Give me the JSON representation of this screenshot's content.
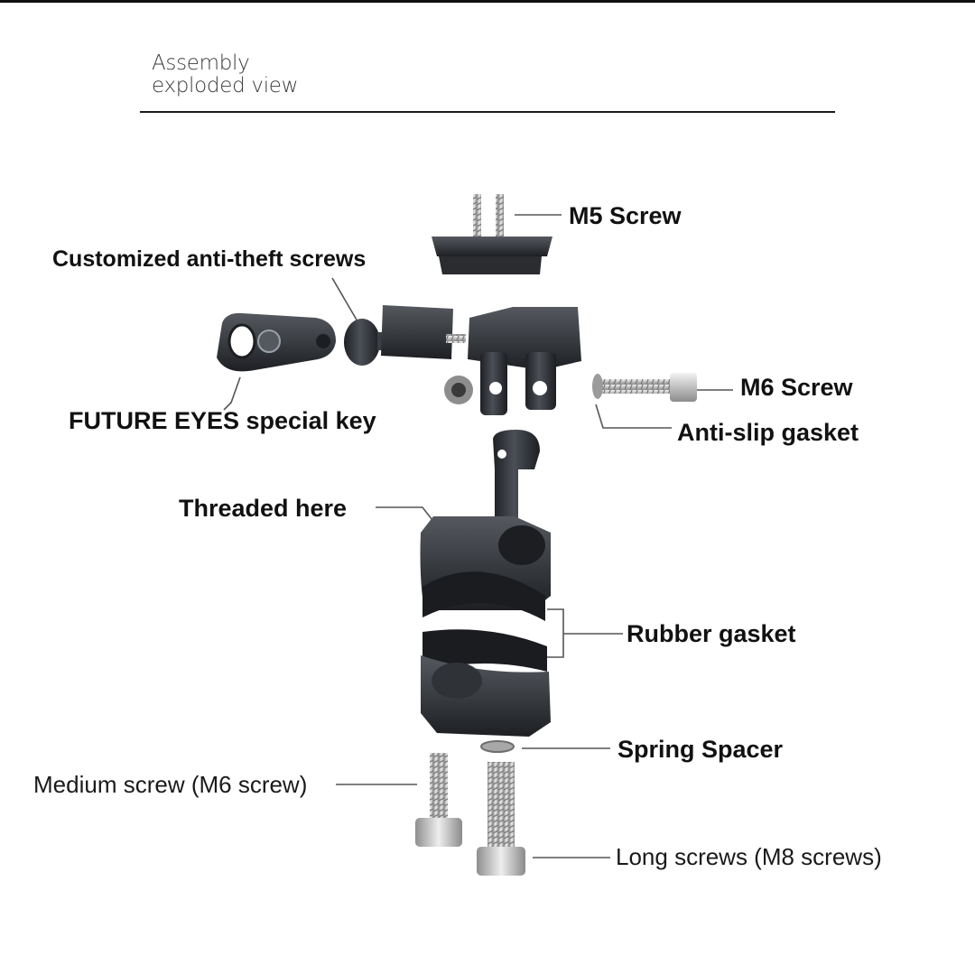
{
  "header": {
    "title_line1": "Assembly",
    "title_line2": "exploded view"
  },
  "labels": {
    "m5_screw": "M5 Screw",
    "anti_theft_screws": "Customized anti-theft screws",
    "m6_screw": "M6 Screw",
    "special_key": "FUTURE EYES special key",
    "anti_slip_gasket": "Anti-slip gasket",
    "threaded_here": "Threaded here",
    "rubber_gasket": "Rubber gasket",
    "spring_spacer": "Spring Spacer",
    "medium_screw": "Medium screw (M6 screw)",
    "long_screws": "Long screws (M8 screws)"
  },
  "colors": {
    "metal_dark": "#2b2d31",
    "metal_mid": "#4a4d53",
    "steel": "#c9c9c9",
    "leader": "#555555"
  }
}
